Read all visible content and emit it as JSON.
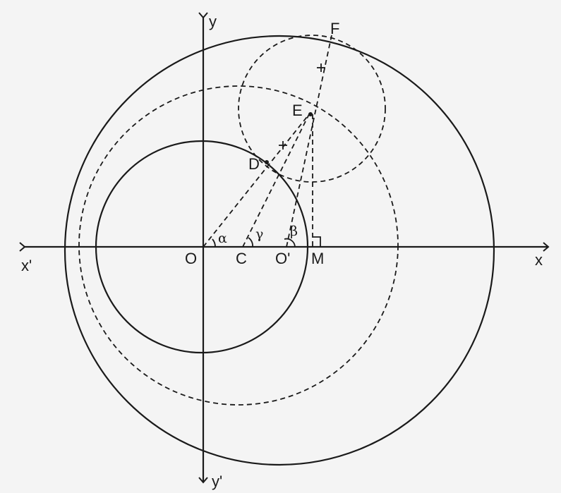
{
  "labels": {
    "y": "y",
    "y_prime": "y'",
    "x": "x",
    "x_prime": "x'",
    "O": "O",
    "C": "C",
    "O_prime": "O'",
    "M": "M",
    "D": "D",
    "E": "E",
    "F": "F",
    "alpha": "α",
    "gamma": "γ",
    "beta": "β"
  },
  "colors": {
    "ink": "#1a1a1a",
    "paper": "#f4f4f4"
  }
}
